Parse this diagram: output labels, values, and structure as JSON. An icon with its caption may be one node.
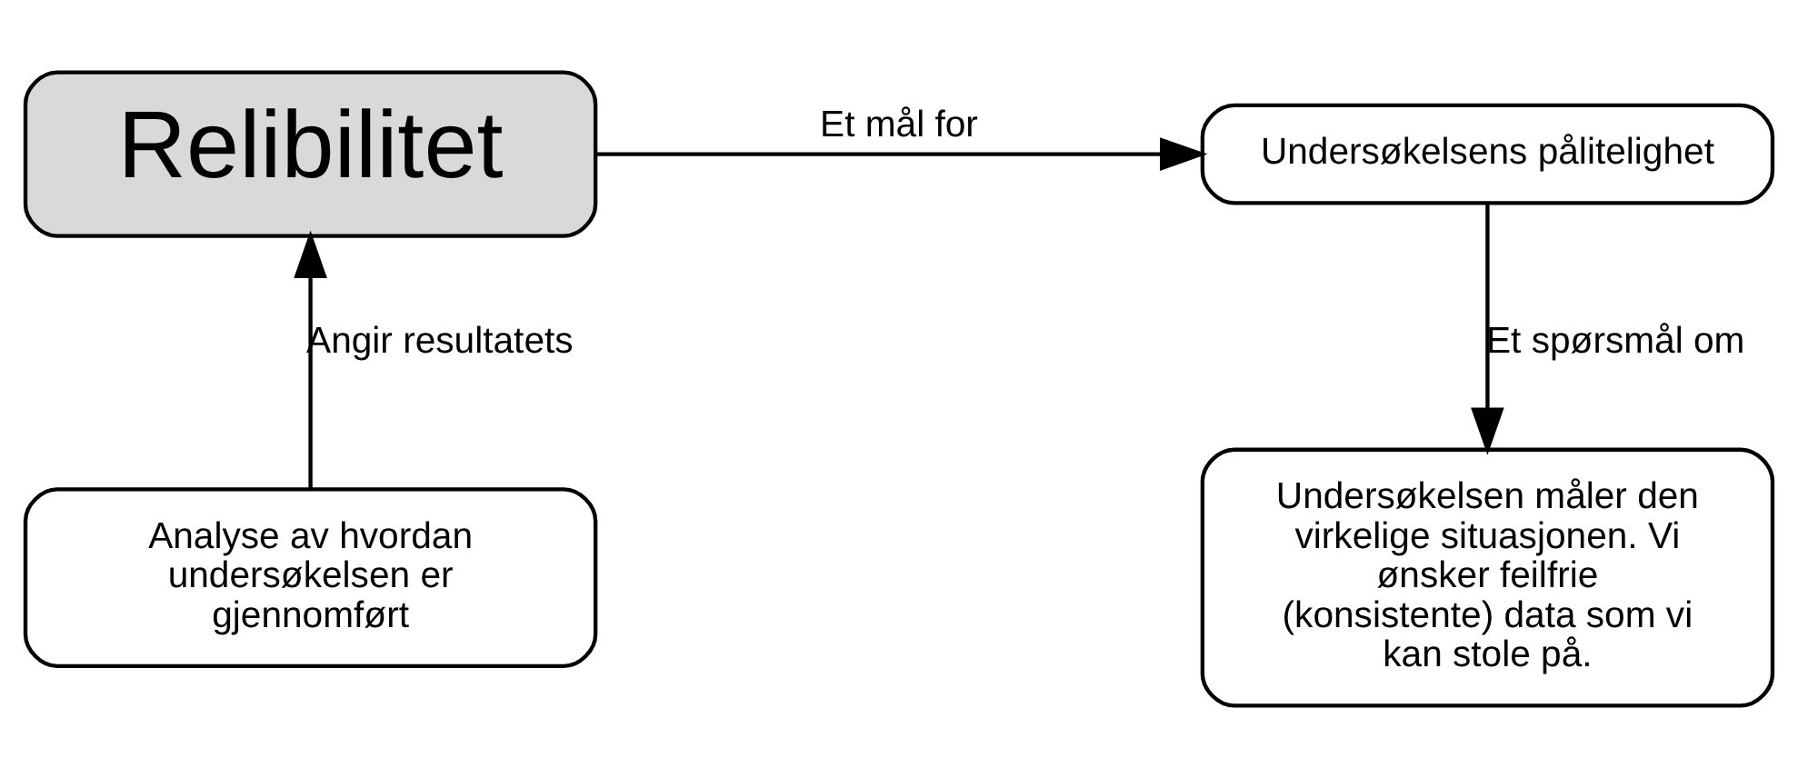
{
  "diagram": {
    "nodes": [
      {
        "text": [
          "Relibilitet"
        ]
      },
      {
        "text": [
          "Undersøkelsens pålitelighet"
        ]
      },
      {
        "text": [
          "Analyse av hvordan undersøkelsen er gjennomført"
        ]
      },
      {
        "text": [
          "Undersøkelsen måler den virkelige situasjonen. Vi ønsker feilfrie (konsistente) data som vi kan stole på."
        ]
      }
    ],
    "edges": [
      {
        "from": 0,
        "to": 1,
        "arrow": "to",
        "label": "Et mål for"
      },
      {
        "from": 2,
        "to": 0,
        "arrow": "to",
        "label": "Angir resultatets"
      },
      {
        "from": 1,
        "to": 3,
        "arrow": "to",
        "label": "Et spørsmål om"
      }
    ]
  }
}
